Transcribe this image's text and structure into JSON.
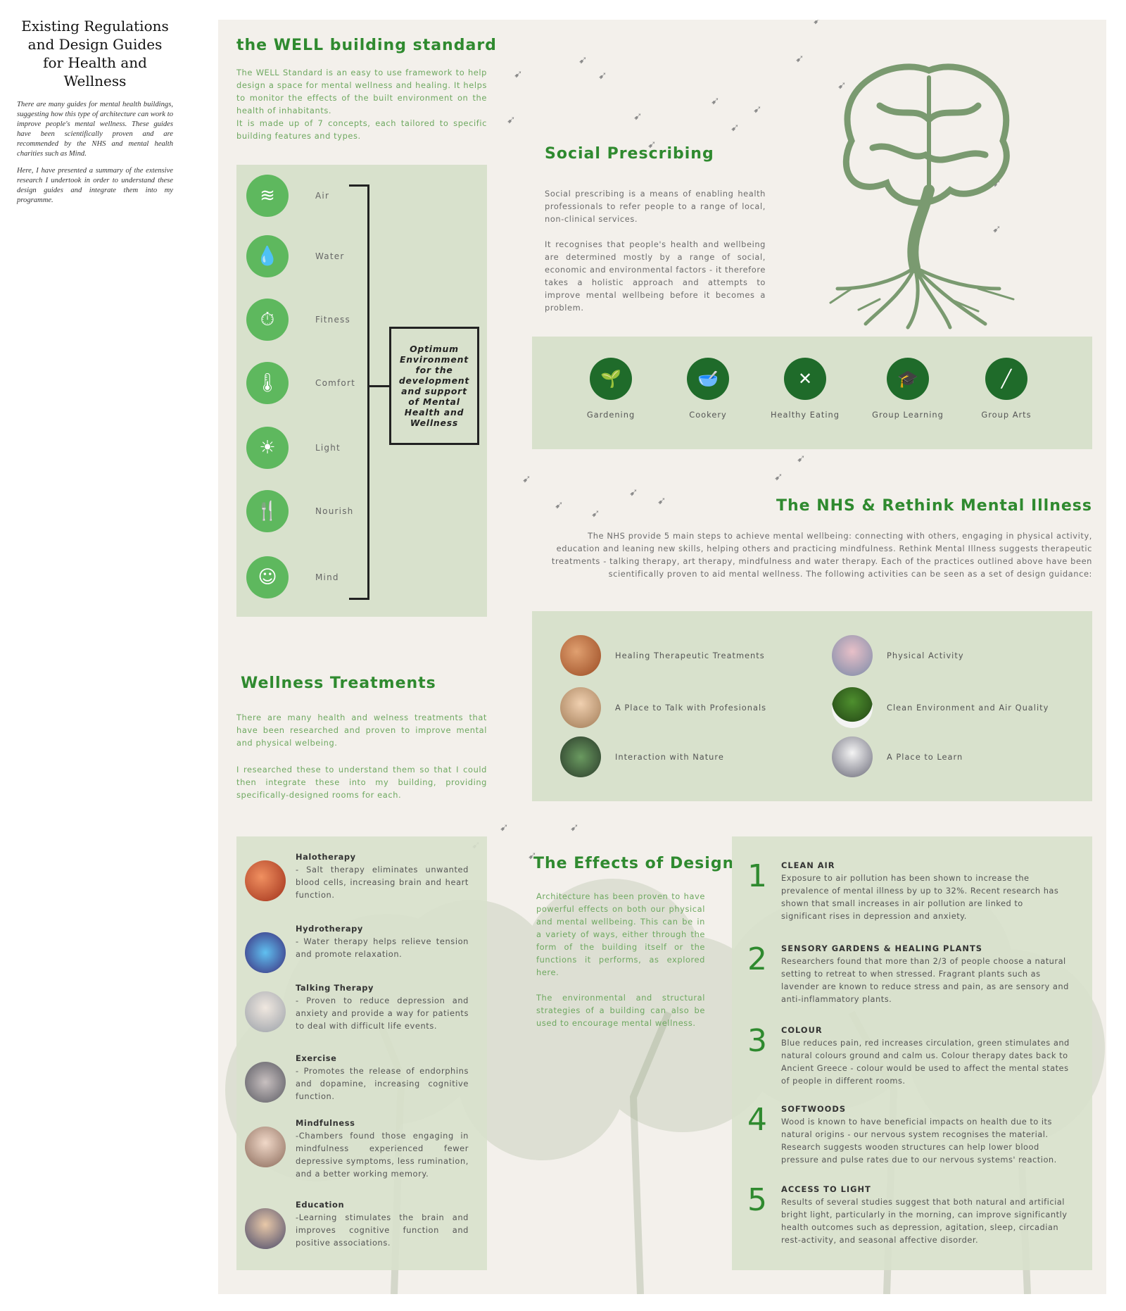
{
  "side": {
    "title": "Existing Regulations and Design Guides for Health and Wellness",
    "para1": "There are many guides for mental health buildings, suggesting how this type of architecture can work to improve people's mental wellness. These guides have been scientifically proven and are recommended by the NHS and mental health charities such as Mind.",
    "para2": "Here, I have presented a summary of the extensive research I undertook in order to understand these design guides and integrate them into my programme."
  },
  "well": {
    "title": "the WELL building standard",
    "p1": "The WELL Standard is an easy to use framework to help design a space for mental wellness and healing. It helps to monitor the effects of the built environment on the health of inhabitants.",
    "p2": "It is made up of 7 concepts, each tailored to specific building features and types.",
    "concepts": [
      {
        "label": "Air",
        "icon": "wind-icon"
      },
      {
        "label": "Water",
        "icon": "water-drop-icon"
      },
      {
        "label": "Fitness",
        "icon": "stopwatch-icon"
      },
      {
        "label": "Comfort",
        "icon": "thermometer-icon"
      },
      {
        "label": "Light",
        "icon": "sun-icon"
      },
      {
        "label": "Nourish",
        "icon": "cutlery-icon"
      },
      {
        "label": "Mind",
        "icon": "head-icon"
      }
    ],
    "optimum": "Optimum Environment for the development and support of Mental Health and Wellness"
  },
  "social": {
    "title": "Social Prescribing",
    "p1": "Social prescribing is a means of enabling health professionals to refer people to a range of local, non-clinical services.",
    "p2": "It recognises that people's health and wellbeing are determined mostly by a range of social, economic and environmental factors - it therefore takes a holistic approach and attempts to improve mental wellbeing before it becomes a problem.",
    "activities": [
      {
        "label": "Gardening",
        "icon": "plant-hand-icon"
      },
      {
        "label": "Cookery",
        "icon": "mixing-bowl-icon"
      },
      {
        "label": "Healthy Eating",
        "icon": "fork-knife-icon"
      },
      {
        "label": "Group Learning",
        "icon": "graduation-cap-icon"
      },
      {
        "label": "Group Arts",
        "icon": "paintbrush-icon"
      }
    ]
  },
  "nhs": {
    "title": "The NHS & Rethink Mental Illness",
    "text": "The NHS provide 5 main steps to achieve mental wellbeing: connecting with others, engaging in physical activity, education and leaning new skills, helping others and practicing mindfulness. Rethink Mental Illness suggests therapeutic treatments - talking therapy, art therapy, mindfulness and water therapy. Each of the practices outlined above have been scientifically proven to aid mental wellness. The following activities can be seen as a set of design guidance:",
    "guidance": [
      "Healing Therapeutic Treatments",
      "Physical Activity",
      "A Place to Talk with Profesionals",
      "Clean Environment and Air Quality",
      "Interaction with Nature",
      "A Place to Learn"
    ]
  },
  "wellness": {
    "title": "Wellness Treatments",
    "p1": "There are many health and welness treatments that have been researched and proven to improve mental and physical welbeing.",
    "p2": "I researched these to understand them so that I could then integrate these into my building, providing specifically-designed rooms for each.",
    "treatments": [
      {
        "name": "Halotherapy",
        "desc": "- Salt therapy eliminates unwanted blood cells, increasing brain and heart function."
      },
      {
        "name": "Hydrotherapy",
        "desc": "- Water therapy helps relieve tension and promote relaxation."
      },
      {
        "name": "Talking Therapy",
        "desc": "- Proven to reduce depression and anxiety and provide a way for patients to deal with difficult life events."
      },
      {
        "name": "Exercise",
        "desc": "- Promotes the release of endorphins and dopamine, increasing cognitive function."
      },
      {
        "name": "Mindfulness",
        "desc": "-Chambers found those engaging in mindfulness experienced fewer depressive symptoms, less rumination, and a better working memory."
      },
      {
        "name": "Education",
        "desc": "-Learning stimulates the brain and improves cognitive function and positive associations."
      }
    ]
  },
  "effects": {
    "title": "The Effects of Design",
    "p1": "Architecture has been proven to have powerful effects on both our physical and mental wellbeing. This can be in a variety of ways, either through the form of the building itself or the functions it performs, as explored here.",
    "p2": "The environmental and structural strategies of a building can also be used to encourage mental wellness.",
    "items": [
      {
        "num": "1",
        "title": "CLEAN AIR",
        "text": "Exposure to air pollution has been shown to increase the prevalence of mental illness by up to 32%. Recent research has shown that small increases in air pollution are linked to significant rises in depression and anxiety."
      },
      {
        "num": "2",
        "title": "SENSORY GARDENS & HEALING PLANTS",
        "text": "Researchers found that more than 2/3 of people choose a natural setting to retreat to when stressed. Fragrant plants such as lavender are known to reduce stress and pain, as are sensory and anti-inflammatory plants."
      },
      {
        "num": "3",
        "title": "COLOUR",
        "text": "Blue reduces pain, red increases circulation, green stimulates and natural colours ground and calm us. Colour therapy dates back to Ancient Greece - colour would be used to affect the mental states of people in different rooms."
      },
      {
        "num": "4",
        "title": "SOFTWOODS",
        "text": "Wood is known to have beneficial impacts on health due to its natural origins - our nervous system recognises the material. Research suggests wooden structures can help lower blood pressure and pulse rates due to our nervous systems' reaction."
      },
      {
        "num": "5",
        "title": "ACCESS TO LIGHT",
        "text": "Results of several studies suggest that both natural and artificial bright light, particularly in the morning, can improve significantly health outcomes such as depression, agitation, sleep, circadian rest-activity, and seasonal affective disorder."
      }
    ]
  },
  "colors": {
    "poster_bg": "#f3f0eb",
    "panel": "#d8e1cc",
    "heading_green": "#2f8a2f",
    "icon_green": "#5eb85e",
    "icon_dark_green": "#1f6b2a",
    "tree_green": "#7a9a70"
  }
}
